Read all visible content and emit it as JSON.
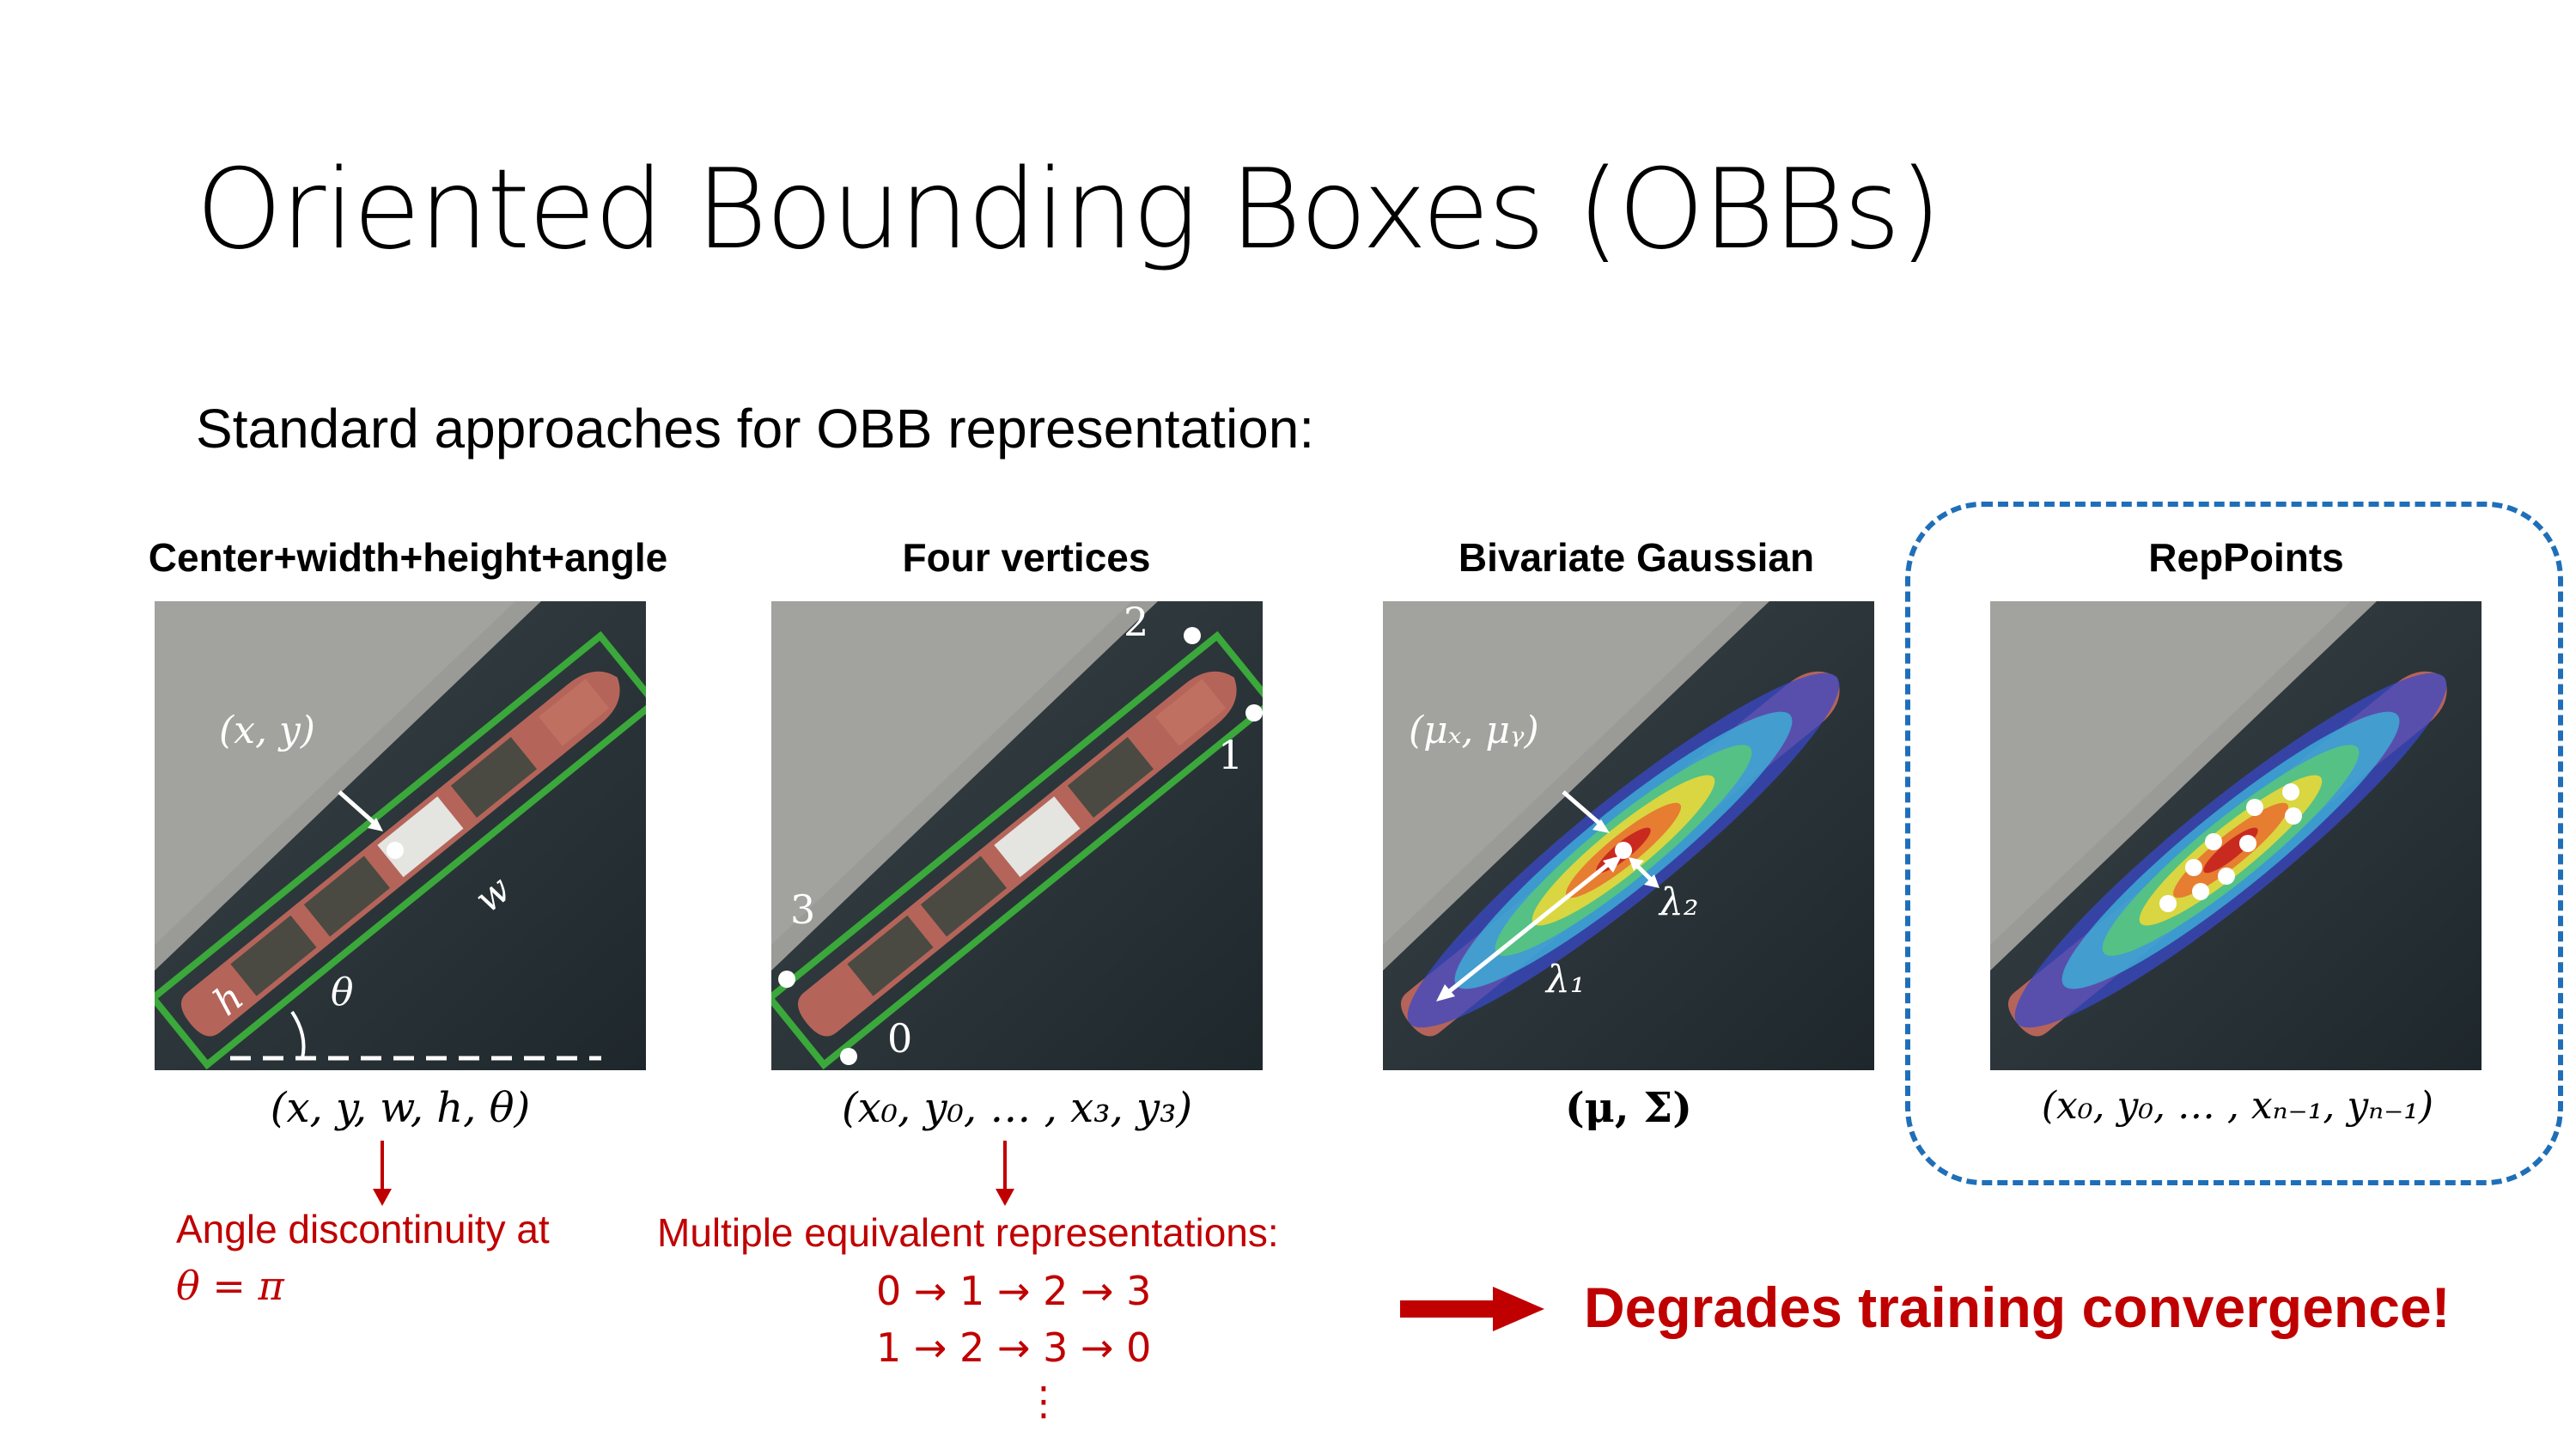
{
  "slide": {
    "title": "Oriented Bounding Boxes (OBBs)",
    "subtitle": "Standard approaches for OBB representation:"
  },
  "panels": [
    {
      "heading": "Center+width+height+angle",
      "formula": "(x, y, w, h, θ)",
      "labels": {
        "center": "(x, y)",
        "width": "w",
        "height": "h",
        "angle": "θ"
      }
    },
    {
      "heading": "Four vertices",
      "formula": "(x₀, y₀, … , x₃, y₃)",
      "labels": {
        "v0": "0",
        "v1": "1",
        "v2": "2",
        "v3": "3"
      }
    },
    {
      "heading": "Bivariate Gaussian",
      "formula": "(μ, Σ)",
      "labels": {
        "mean": "(μₓ, μᵧ)",
        "lambda1": "λ₁",
        "lambda2": "λ₂"
      }
    },
    {
      "heading": "RepPoints",
      "formula": "(x₀, y₀, … , xₙ₋₁, yₙ₋₁)"
    }
  ],
  "notes": {
    "angle_issue_line1": "Angle discontinuity at",
    "angle_issue_line2": "θ = π",
    "vertices_issue": "Multiple equivalent representations:",
    "order1": "0 → 1 → 2 → 3",
    "order2": "1 → 2 → 3 → 0",
    "order_more": "⋮",
    "conclusion": "Degrades training convergence!"
  },
  "colors": {
    "accent_red": "#c00000",
    "obb_green": "#3aa83a",
    "highlight_blue": "#1f6fb8",
    "sea": "#2a3438",
    "dock": "#9a9a96"
  }
}
